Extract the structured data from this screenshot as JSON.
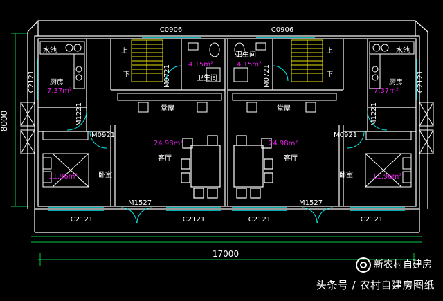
{
  "drawing": {
    "dimensions": {
      "total_width": "17000",
      "total_depth": "8000"
    },
    "windows": {
      "top_left": "C0906",
      "top_right": "C0906",
      "side_left": "C2121",
      "side_right": "C2121",
      "bottom_1": "C2121",
      "bottom_2": "C2121",
      "bottom_3": "C2121",
      "bottom_4": "C2121"
    },
    "doors": {
      "kitchen_left": "M1221",
      "kitchen_right": "M1221",
      "bedroom_left": "M0921",
      "bedroom_right": "M0921",
      "bath_left": "M0721",
      "bath_right": "M0721",
      "entry_left": "M1527",
      "entry_right": "M1527"
    },
    "rooms": {
      "sink_left": "水池",
      "sink_right": "水池",
      "kitchen_left": "厨房",
      "kitchen_right": "厨房",
      "kitchen_area_left": "7.37m²",
      "kitchen_area_right": "7.37m²",
      "bath_left": "卫生间",
      "bath_right": "卫生间",
      "bath_area_left": "4.15m²",
      "bath_area_right": "4.15m²",
      "hall_left": "堂屋",
      "hall_right": "堂屋",
      "living_left": "客厅",
      "living_right": "客厅",
      "living_area_left": "24.98m²",
      "living_area_right": "24.98m²",
      "bedroom_left": "卧室",
      "bedroom_right": "卧室",
      "bedroom_area_left": "11.96m²",
      "bedroom_area_right": "11.96m²",
      "up_left": "上",
      "down_left": "下",
      "up_right": "上",
      "down_right": "下"
    },
    "colors": {
      "wall": "#ffffff",
      "window": "#00e5e5",
      "area": "#e020e0",
      "stair": "#e8e000",
      "door": "#00e5e5",
      "dim": "#00cc44"
    }
  },
  "watermark": {
    "account": "新农村自建房",
    "byline": "头条号 / 农村自建房图纸"
  }
}
